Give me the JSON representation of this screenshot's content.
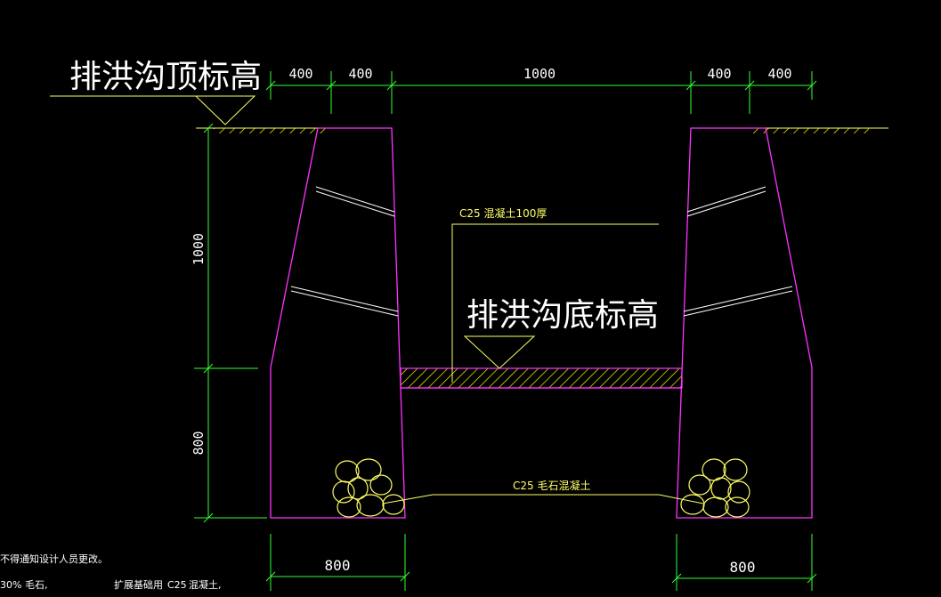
{
  "labels": {
    "top_elevation": "排洪沟顶标高",
    "bottom_elevation": "排洪沟底标高",
    "c25_slab": "C25 混凝土100厚",
    "c25_rubble": "C25 毛石混凝土"
  },
  "dimensions": {
    "top": [
      "400",
      "400",
      "1000",
      "400",
      "400"
    ],
    "height_upper": "1000",
    "height_lower": "800",
    "base_left": "800",
    "base_right": "800"
  },
  "notes": {
    "line1": "不得通知设计人员更改。",
    "line2_a": "30% 毛石,",
    "line2_b": "扩展基础用",
    "line2_c": "C25",
    "line2_d": "混凝土,"
  },
  "colors": {
    "wall": "#ff33ff",
    "dimension": "#33ff33",
    "leader": "#ffff66",
    "ground": "#ffff00",
    "text": "#ffffff"
  }
}
